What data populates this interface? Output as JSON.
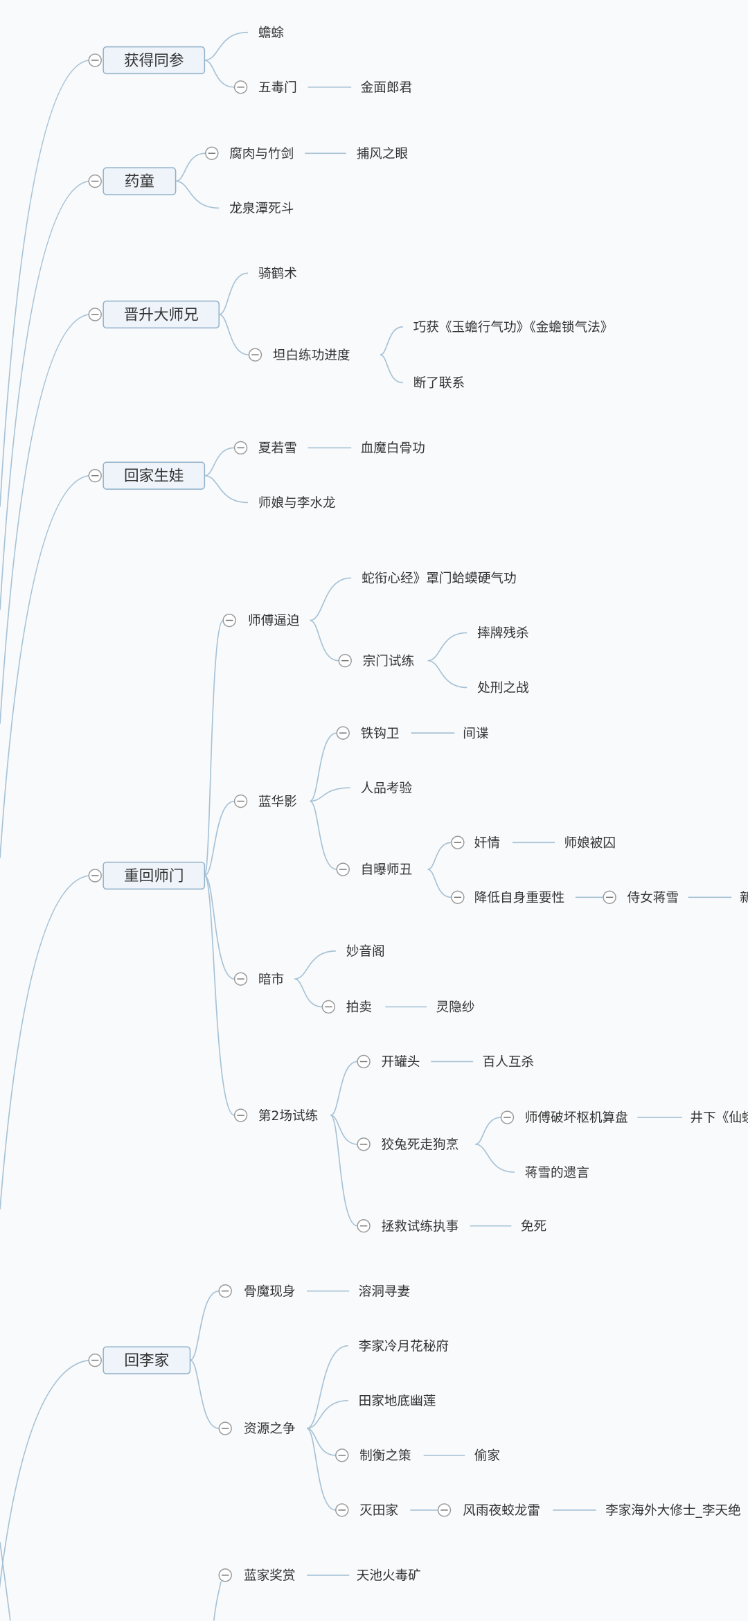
{
  "topics": [
    {
      "label": "获得同参",
      "children": [
        {
          "label": "蟾蜍"
        },
        {
          "label": "五毒门",
          "children": [
            {
              "label": "金面郎君"
            }
          ]
        }
      ]
    },
    {
      "label": "药童",
      "children": [
        {
          "label": "腐肉与竹剑",
          "children": [
            {
              "label": "捕风之眼"
            }
          ]
        },
        {
          "label": "龙泉潭死斗"
        }
      ]
    },
    {
      "label": "晋升大师兄",
      "children": [
        {
          "label": "骑鹤术"
        },
        {
          "label": "坦白练功进度",
          "children": [
            {
              "label": "巧获《玉蟾行气功》《金蟾锁气法》"
            },
            {
              "label": "断了联系"
            }
          ]
        }
      ]
    },
    {
      "label": "回家生娃",
      "children": [
        {
          "label": "夏若雪",
          "children": [
            {
              "label": "血魔白骨功"
            }
          ]
        },
        {
          "label": "师娘与李水龙"
        }
      ]
    },
    {
      "label": "重回师门",
      "children": [
        {
          "label": "师傅逼迫",
          "children": [
            {
              "label": "蛇衔心经》罩门蛤蟆硬气功"
            },
            {
              "label": "宗门试练",
              "children": [
                {
                  "label": "摔牌残杀"
                },
                {
                  "label": "处刑之战"
                }
              ]
            }
          ]
        },
        {
          "label": "蓝华影",
          "children": [
            {
              "label": "铁钩卫",
              "children": [
                {
                  "label": "间谍"
                }
              ]
            },
            {
              "label": "人品考验"
            },
            {
              "label": "自曝师丑",
              "children": [
                {
                  "label": "奸情",
                  "children": [
                    {
                      "label": "师娘被囚"
                    }
                  ]
                },
                {
                  "label": "降低自身重要性",
                  "children": [
                    {
                      "label": "侍女蒋雪",
                      "children": [
                        {
                          "label": "新"
                        }
                      ]
                    }
                  ]
                }
              ]
            }
          ]
        },
        {
          "label": "暗市",
          "children": [
            {
              "label": "妙音阁"
            },
            {
              "label": "拍卖",
              "children": [
                {
                  "label": "灵隐纱"
                }
              ]
            }
          ]
        },
        {
          "label": "第2场试练",
          "children": [
            {
              "label": "开罐头",
              "children": [
                {
                  "label": "百人互杀"
                }
              ]
            },
            {
              "label": "狡兔死走狗烹",
              "children": [
                {
                  "label": "师傅破坏枢机算盘",
                  "children": [
                    {
                      "label": "井下《仙蛾"
                    }
                  ]
                },
                {
                  "label": "蒋雪的遗言"
                }
              ]
            },
            {
              "label": "拯救试练执事",
              "children": [
                {
                  "label": "免死"
                }
              ]
            }
          ]
        }
      ]
    },
    {
      "label": "回李家",
      "children": [
        {
          "label": "骨魔现身",
          "children": [
            {
              "label": "溶洞寻妻"
            }
          ]
        },
        {
          "label": "资源之争",
          "children": [
            {
              "label": "李家冷月花秘府"
            },
            {
              "label": "田家地底幽莲"
            },
            {
              "label": "制衡之策",
              "children": [
                {
                  "label": "偷家"
                }
              ]
            },
            {
              "label": "灭田家",
              "children": [
                {
                  "label": "风雨夜蛟龙雷",
                  "children": [
                    {
                      "label": "李家海外大修士_李天绝"
                    }
                  ]
                }
              ]
            }
          ]
        }
      ]
    },
    {
      "children": [
        {
          "label": "蓝家奖赏",
          "children": [
            {
              "label": "天池火毒矿"
            }
          ]
        }
      ]
    }
  ],
  "colors": {
    "line": "#a6c2d6",
    "box_fill": "#eef4f9",
    "box_stroke": "#8fb0c9",
    "background": "#f9fafb"
  }
}
